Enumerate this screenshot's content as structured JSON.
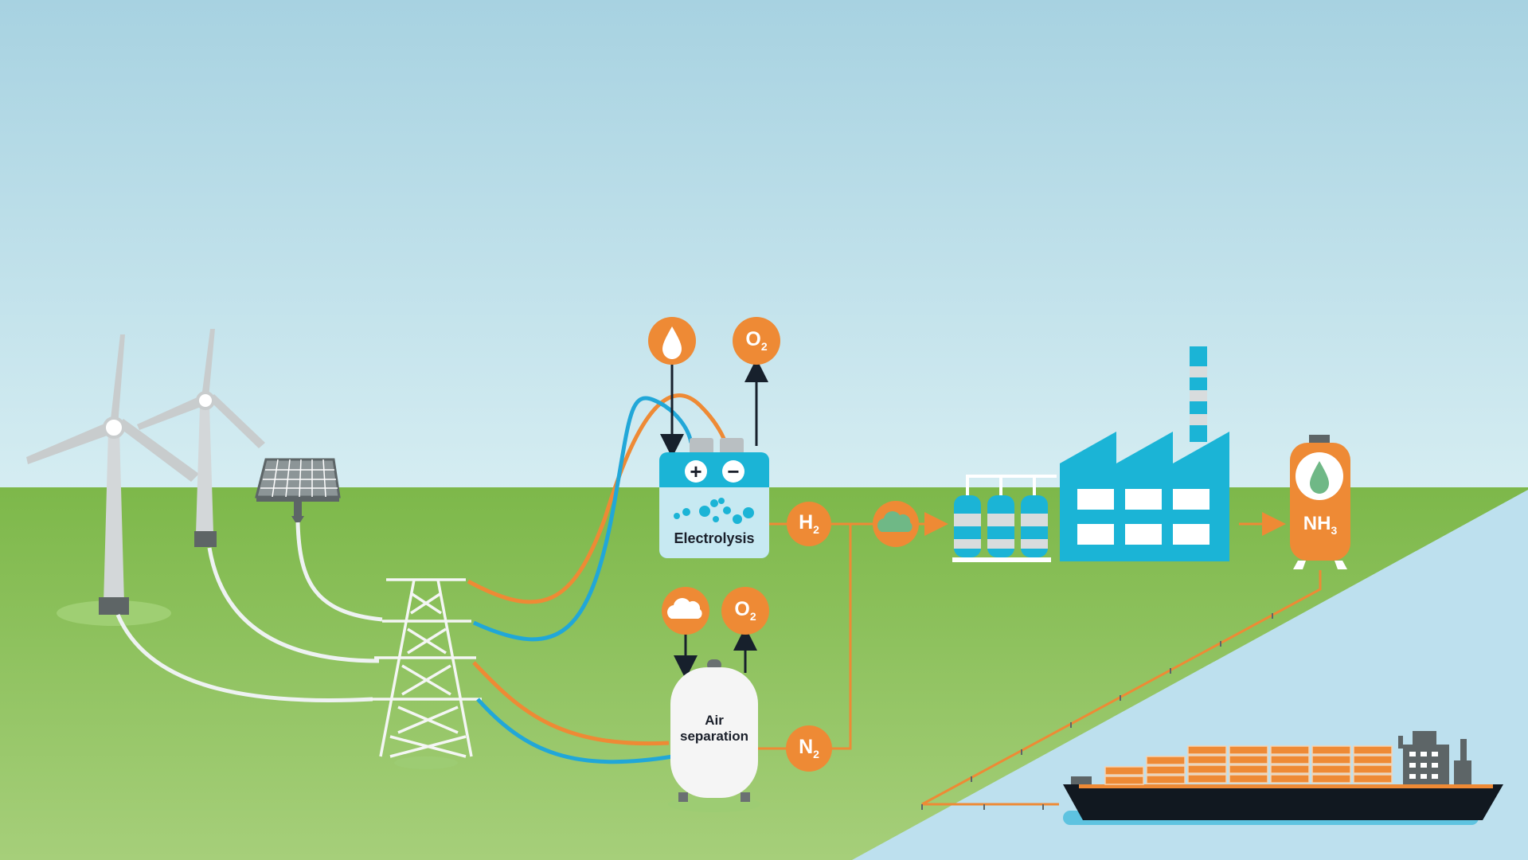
{
  "labels": {
    "electrolysis": "Electrolysis",
    "air_separation_line1": "Air",
    "air_separation_line2": "separation",
    "o2_top": {
      "base": "O",
      "sub": "2"
    },
    "o2_air": {
      "base": "O",
      "sub": "2"
    },
    "h2": {
      "base": "H",
      "sub": "2"
    },
    "n2": {
      "base": "N",
      "sub": "2"
    },
    "nh3": {
      "base": "NH",
      "sub": "3"
    },
    "plus": "+",
    "minus": "−"
  },
  "colors": {
    "sky_top": "#a9d4e2",
    "sky_bottom": "#d3ecf2",
    "grass": "#82bb4e",
    "grass_light": "#a8d07a",
    "water": "#bfe0ee",
    "orange": "#ee8a35",
    "teal": "#1bb4d6",
    "blue_line": "#21a7d8",
    "cable_white": "#eef2f2",
    "navy": "#17202c",
    "factory_cloud_green": "#6fb886"
  },
  "icons": [
    "wind-turbine-icon",
    "solar-panel-icon",
    "power-pylon-icon",
    "water-drop-icon",
    "cloud-icon",
    "gas-cylinder-icon",
    "factory-icon",
    "storage-tank-icon",
    "cargo-ship-icon"
  ]
}
